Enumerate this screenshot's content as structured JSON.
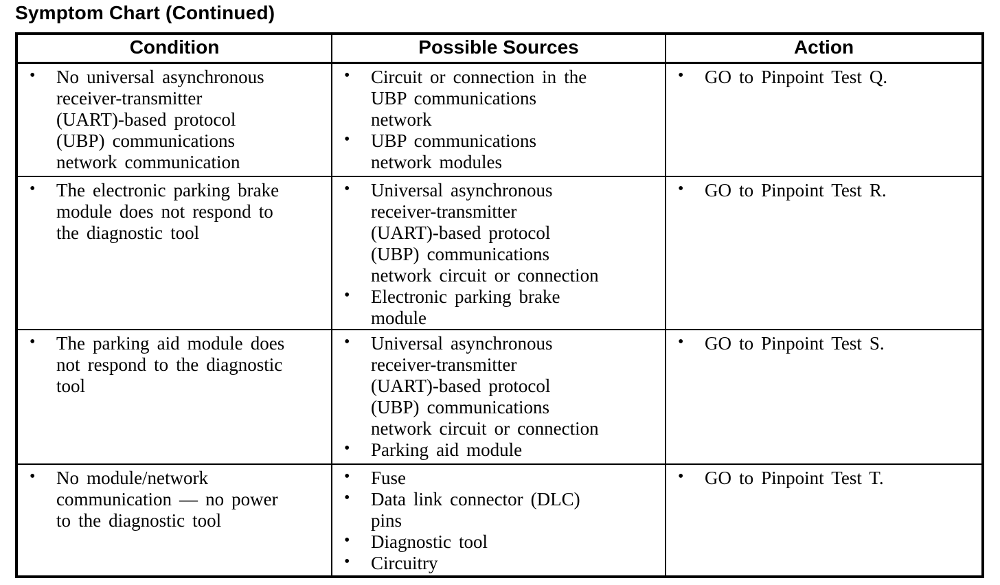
{
  "page": {
    "title": "Symptom Chart (Continued)"
  },
  "icons": {
    "bullet_glyph": "•"
  },
  "colors": {
    "foreground": "#000000",
    "background": "#ffffff",
    "border": "#000000"
  },
  "table": {
    "headers": [
      "Condition",
      "Possible Sources",
      "Action"
    ],
    "rows": [
      {
        "condition": [
          "No universal asynchronous\nreceiver-transmitter\n(UART)-based protocol\n(UBP) communications\nnetwork communication"
        ],
        "sources": [
          "Circuit or connection in the\nUBP communications\nnetwork",
          "UBP communications\nnetwork modules"
        ],
        "action": [
          "GO to Pinpoint Test Q."
        ]
      },
      {
        "condition": [
          "The electronic parking brake\nmodule does not respond to\nthe diagnostic tool"
        ],
        "sources": [
          "Universal asynchronous\nreceiver-transmitter\n(UART)-based protocol\n(UBP) communications\nnetwork circuit or connection",
          "Electronic parking brake\nmodule"
        ],
        "action": [
          "GO to Pinpoint Test R."
        ]
      },
      {
        "condition": [
          "The parking aid module does\nnot respond to the diagnostic\ntool"
        ],
        "sources": [
          "Universal asynchronous\nreceiver-transmitter\n(UART)-based protocol\n(UBP) communications\nnetwork circuit or connection",
          "Parking aid module"
        ],
        "action": [
          "GO to Pinpoint Test S."
        ]
      },
      {
        "condition": [
          "No module/network\ncommunication — no power\nto the diagnostic tool"
        ],
        "sources": [
          "Fuse",
          "Data link connector (DLC)\npins",
          "Diagnostic tool",
          "Circuitry"
        ],
        "action": [
          "GO to Pinpoint Test T."
        ]
      }
    ]
  }
}
